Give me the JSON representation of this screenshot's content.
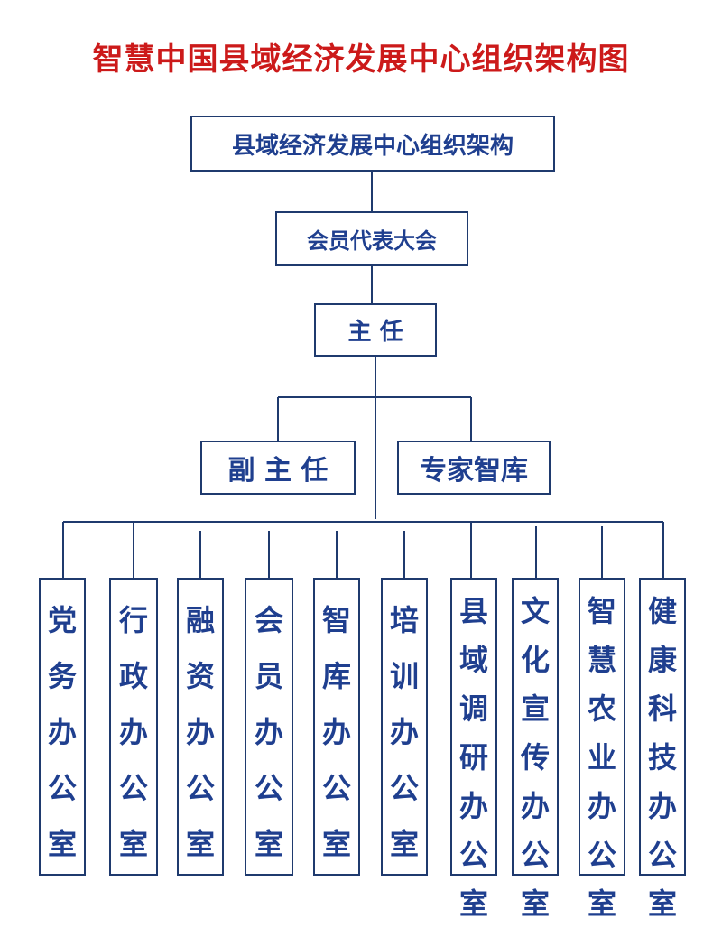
{
  "title": "智慧中国县域经济发展中心组织架构图",
  "root": "县域经济发展中心组织架构",
  "assembly": "会员代表大会",
  "director": "主 任",
  "deputy": "副 主 任",
  "think_tank": "专家智库",
  "offices": [
    "党务办公室",
    "行政办公室",
    "融资办公室",
    "会员办公室",
    "智库办公室",
    "培训办公室",
    "县域调研办公室",
    "文化宣传办公室",
    "智慧农业办公室",
    "健康科技办公室"
  ],
  "colors": {
    "title": "#cc1a1a",
    "text": "#1f3f8f",
    "border": "#1f3a6e"
  }
}
